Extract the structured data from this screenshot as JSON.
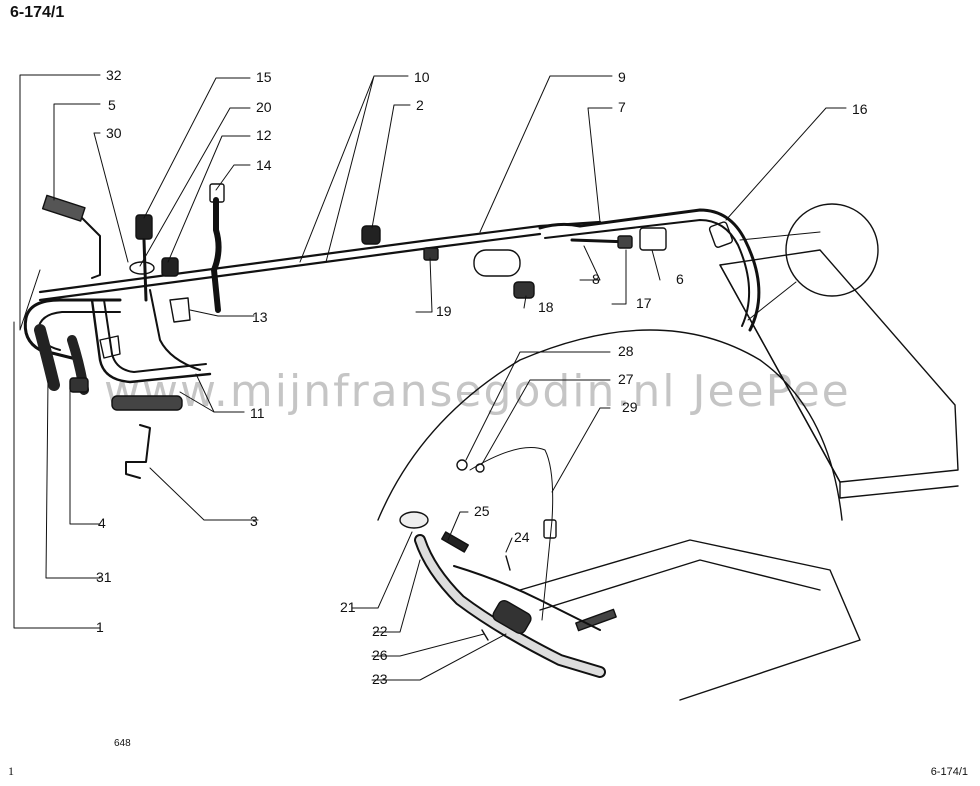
{
  "header": {
    "ref": "6-174/1"
  },
  "footer": {
    "page": "1",
    "code": "648",
    "ref": "6-174/1"
  },
  "watermark": "www.mijnfransegodin.nl  JeePee",
  "callouts": [
    "1",
    "2",
    "3",
    "4",
    "5",
    "6",
    "7",
    "8",
    "9",
    "10",
    "11",
    "12",
    "13",
    "14",
    "15",
    "16",
    "17",
    "18",
    "19",
    "20",
    "21",
    "22",
    "23",
    "24",
    "25",
    "26",
    "27",
    "28",
    "29",
    "30",
    "31",
    "32"
  ]
}
